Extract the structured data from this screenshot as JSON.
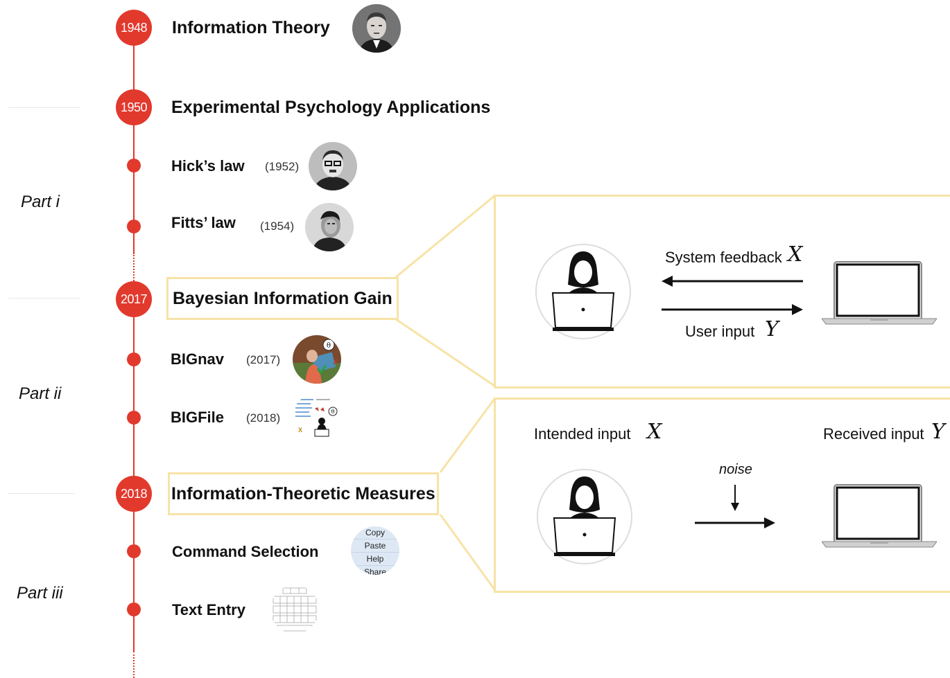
{
  "parts": [
    {
      "label": "Part i"
    },
    {
      "label": "Part ii"
    },
    {
      "label": "Part iii"
    }
  ],
  "timeline": {
    "milestones": [
      {
        "year": "1948",
        "title": "Information Theory"
      },
      {
        "year": "1950",
        "title": "Experimental Psychology Applications"
      },
      {
        "year": "2017",
        "title": "Bayesian Information Gain"
      },
      {
        "year": "2018",
        "title": "Information-Theoretic Measures"
      }
    ],
    "items": [
      {
        "title": "Hick’s law",
        "year": "(1952)"
      },
      {
        "title": "Fitts’ law",
        "year": "(1954)"
      },
      {
        "title": "BIGnav",
        "year": "(2017)"
      },
      {
        "title": "BIGFile",
        "year": "(2018)"
      },
      {
        "title": "Command Selection"
      },
      {
        "title": "Text Entry"
      }
    ],
    "command_menu": [
      "Copy",
      "Paste",
      "Help",
      "Share"
    ]
  },
  "panel_big": {
    "feedback_label": "System feedback",
    "feedback_symbol": "X",
    "input_label": "User input",
    "input_symbol": "Y"
  },
  "panel_measures": {
    "intended_label": "Intended input",
    "intended_symbol": "X",
    "received_label": "Received input",
    "received_symbol": "Y",
    "noise_label": "noise"
  },
  "colors": {
    "accent": "#e2392d",
    "highlight": "#f7e3a6"
  }
}
